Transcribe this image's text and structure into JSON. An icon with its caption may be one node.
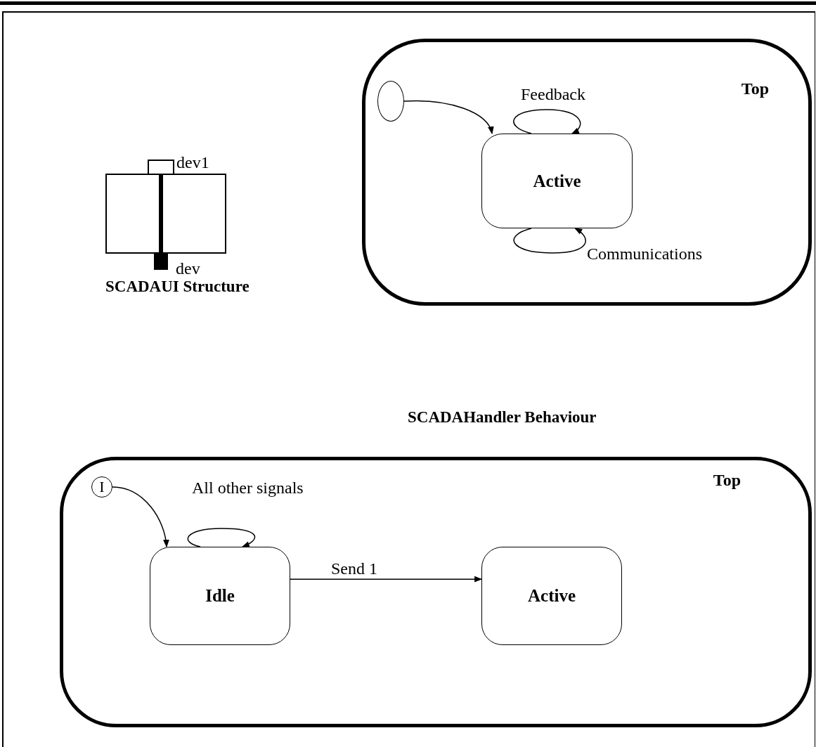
{
  "diagram": {
    "nodes": [
      {
        "text": [
          "Top"
        ]
      },
      {
        "text": [],
        "shape": "circle",
        "in": 0
      },
      {
        "text": [
          "Active"
        ],
        "in": 0
      },
      {
        "text": [
          "Top"
        ]
      },
      {
        "text": [
          "I"
        ],
        "in": 3
      },
      {
        "text": [
          "Idle"
        ],
        "in": 3
      },
      {
        "text": [
          "Active"
        ],
        "in": 3
      }
    ],
    "edges": [
      {
        "from": 1,
        "to": 2,
        "arrow": "to"
      },
      {
        "from": 2,
        "to": 2,
        "arrow": "to",
        "label": "Feedback"
      },
      {
        "from": 2,
        "to": 2,
        "arrow": "to",
        "label": "Communications"
      },
      {
        "from": 4,
        "to": 5,
        "arrow": "to"
      },
      {
        "from": 5,
        "to": 5,
        "arrow": "to",
        "label": "All other signals"
      },
      {
        "from": 5,
        "to": 6,
        "arrow": "to",
        "label": "Send 1"
      }
    ],
    "labels": [
      "dev1",
      "dev",
      "SCADAUI Structure",
      "SCADAHandler Behaviour"
    ]
  }
}
